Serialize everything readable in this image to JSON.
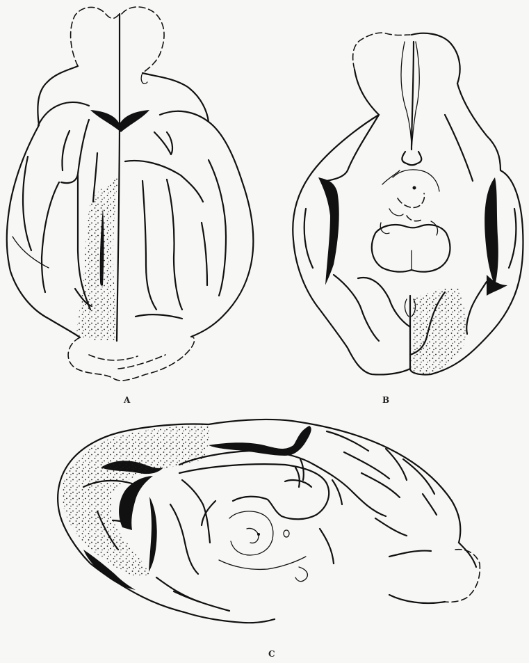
{
  "figure": {
    "panels": [
      {
        "id": "A",
        "label": "A"
      },
      {
        "id": "B",
        "label": "B"
      },
      {
        "id": "C",
        "label": "C"
      }
    ],
    "colors": {
      "ink": "#111111",
      "paper": "#f7f7f5",
      "stipple": "#1a1a1a"
    }
  }
}
